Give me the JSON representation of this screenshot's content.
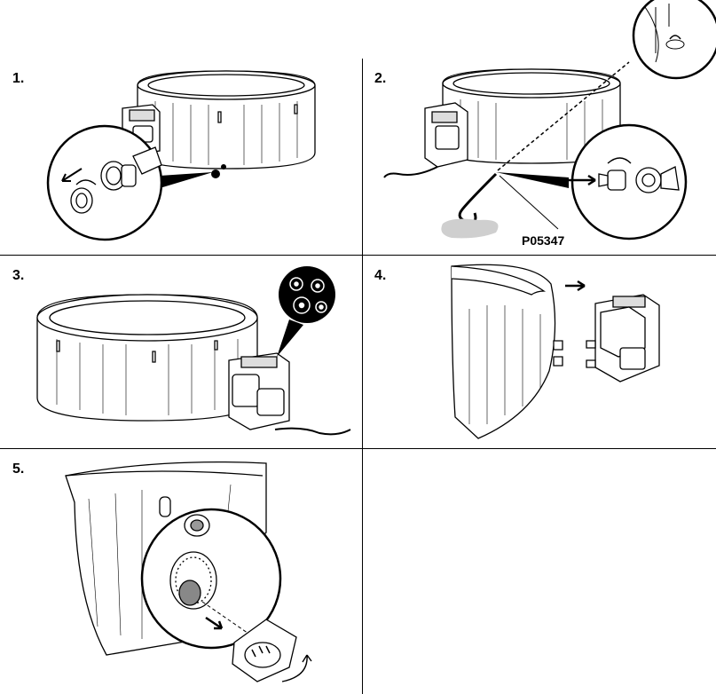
{
  "steps": [
    {
      "number": "1."
    },
    {
      "number": "2.",
      "part_label": "P05347"
    },
    {
      "number": "3."
    },
    {
      "number": "4."
    },
    {
      "number": "5."
    }
  ]
}
